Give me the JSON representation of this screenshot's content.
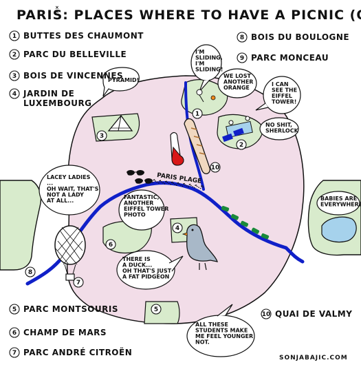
{
  "title": "PARIS: PLACES WHERE TO HAVE A PICNIC (OR NOT)",
  "title_marks": "×\n×",
  "legend": [
    {
      "n": "1",
      "label": "BUTTES DES CHAUMONT"
    },
    {
      "n": "2",
      "label": "PARC DU BELLEVILLE"
    },
    {
      "n": "3",
      "label": "BOIS DE VINCENNES"
    },
    {
      "n": "4",
      "label": "JARDIN DE\nLUXEMBOURG"
    },
    {
      "n": "5",
      "label": "PARC MONTSOURIS"
    },
    {
      "n": "6",
      "label": "CHAMP DE MARS"
    },
    {
      "n": "7",
      "label": "PARC ANDRÉ CITROËN"
    },
    {
      "n": "8",
      "label": "BOIS DU BOULOGNE"
    },
    {
      "n": "9",
      "label": "PARC MONCEAU"
    },
    {
      "n": "10",
      "label": "QUAI DE VALMY"
    }
  ],
  "map_numbers": [
    "1",
    "2",
    "3",
    "4",
    "5",
    "6",
    "7",
    "8",
    "10"
  ],
  "bubbles": {
    "pyramid": "PYRAMID!",
    "sliding": "I'M\nSLIDING,\nI'M\nSLIDING!",
    "orange": "WE LOST\nANOTHER\nORANGE",
    "eiffel_see": "I CAN\nSEE THE\nEIFFEL\nTOWER!",
    "sherlock": "NO SHIT,\nSHERLOCK",
    "lacey": "LACEY LADIES\n...\nOH WAIT, THAT'S\nNOT A LADY\nAT ALL...",
    "fantastic": "FANTASTIC,\nANOTHER\nEIFFEL TOWER\nPHOTO",
    "duck": "THERE IS\nA DUCK...\nOH THAT'S JUST\nA FAT PIDGEON",
    "babies": "BABIES ARE\nEVERYWHERE",
    "students": "ALL THESE\nSTUDENTS MAKE\nME FEEL YOUNGER\nNOT."
  },
  "paris_plage": "PARIS PLAGE",
  "credit": "SONJABAJIC.COM",
  "colors": {
    "city": "#f2dde8",
    "park": "#d8ebcc",
    "river": "#1020c8",
    "water": "#a6d2ec",
    "red": "#d81818",
    "boat": "#1a8a3a",
    "ink": "#111111"
  }
}
